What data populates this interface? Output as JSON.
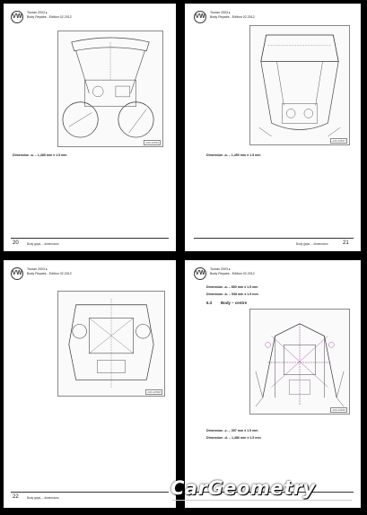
{
  "document": {
    "header_lines": [
      "Touran 2003 ▸",
      "Body Repairs - Edition 02.2012"
    ],
    "logo_text": "VW",
    "pages": [
      {
        "number": "20",
        "footer_note": "Body gaps, – dimensions",
        "figure_code": "A00-10546",
        "captions": [
          "Dimension -a- – 1,485 mm ± 1.5 mm"
        ]
      },
      {
        "number": "21",
        "footer_note": "Body gaps, – dimensions",
        "figure_code": "A00-10547",
        "captions": [
          "Dimension -a- – 1,450 mm ± 1.5 mm"
        ]
      },
      {
        "number": "22",
        "footer_note": "Body gaps, – dimensions",
        "figure_code": "A00-10548",
        "captions": []
      },
      {
        "number": "",
        "footer_note": "",
        "figure_code": "A00-10549",
        "pre_captions": [
          "Dimension -a- – 850 mm ± 1.5 mm",
          "Dimension -b- – 538 mm ± 1.5 mm"
        ],
        "section": {
          "num": "6.3",
          "title": "Body – centre"
        },
        "captions": [
          "Dimension -c- – 397 mm ± 1.5 mm",
          "Dimension -d- – 1,486 mm ± 1.5 mm"
        ]
      }
    ]
  },
  "watermark": {
    "text": "CarGeometry"
  }
}
